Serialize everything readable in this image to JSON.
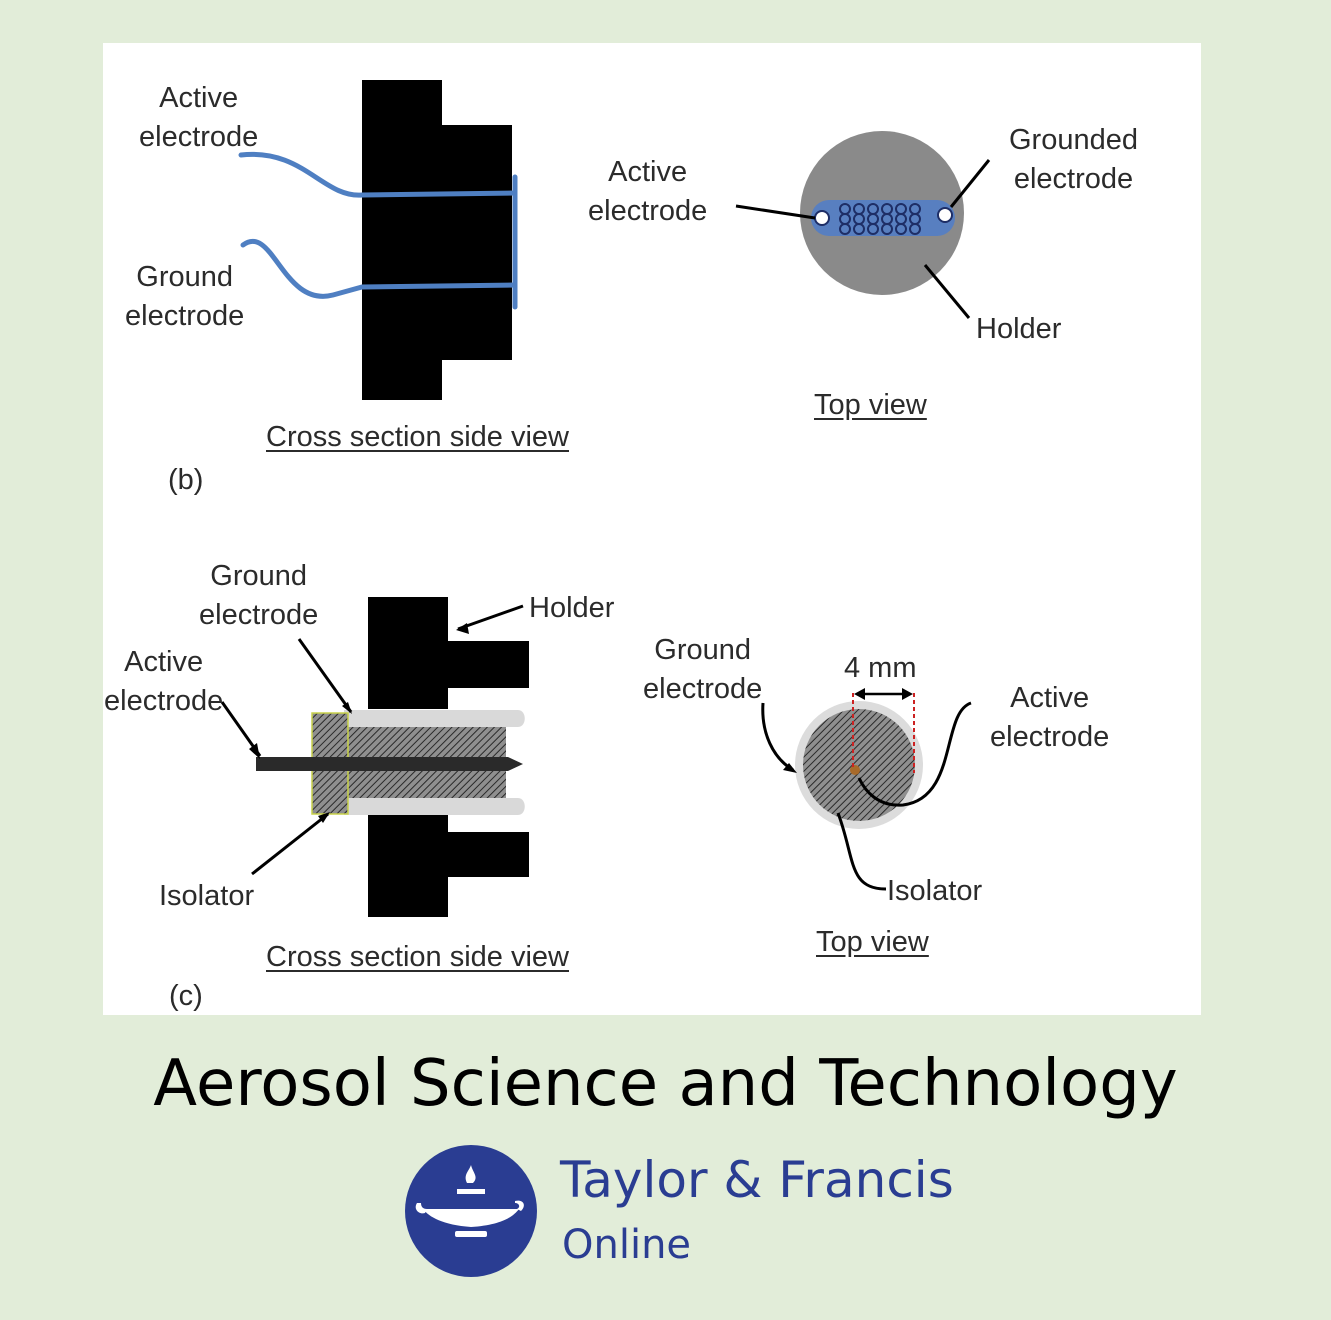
{
  "figure": {
    "panel_b": {
      "label": "(b)",
      "side_view": {
        "title": "Cross section side view",
        "active_electrode": "Active\nelectrode",
        "ground_electrode": "Ground\nelectrode"
      },
      "top_view": {
        "title": "Top view",
        "active_electrode": "Active\nelectrode",
        "grounded_electrode": "Grounded\nelectrode",
        "holder": "Holder"
      }
    },
    "panel_c": {
      "label": "(c)",
      "side_view": {
        "title": "Cross section side view",
        "ground_electrode": "Ground\nelectrode",
        "active_electrode": "Active\nelectrode",
        "holder": "Holder",
        "isolator": "Isolator"
      },
      "top_view": {
        "title": "Top view",
        "ground_electrode": "Ground\nelectrode",
        "dimension": "4 mm",
        "active_electrode": "Active\nelectrode",
        "isolator": "Isolator"
      }
    }
  },
  "journal": {
    "title": "Aerosol Science and Technology"
  },
  "publisher": {
    "name": "Taylor & Francis",
    "sub": "Online",
    "logo_icon": "oil-lamp-icon"
  },
  "colors": {
    "background": "#e2edd9",
    "panel": "#ffffff",
    "wire_blue": "#4f7fc2",
    "holder_gray": "#8a8a8a",
    "brand_blue": "#2a3d92",
    "dimension_red": "#cc2222"
  }
}
